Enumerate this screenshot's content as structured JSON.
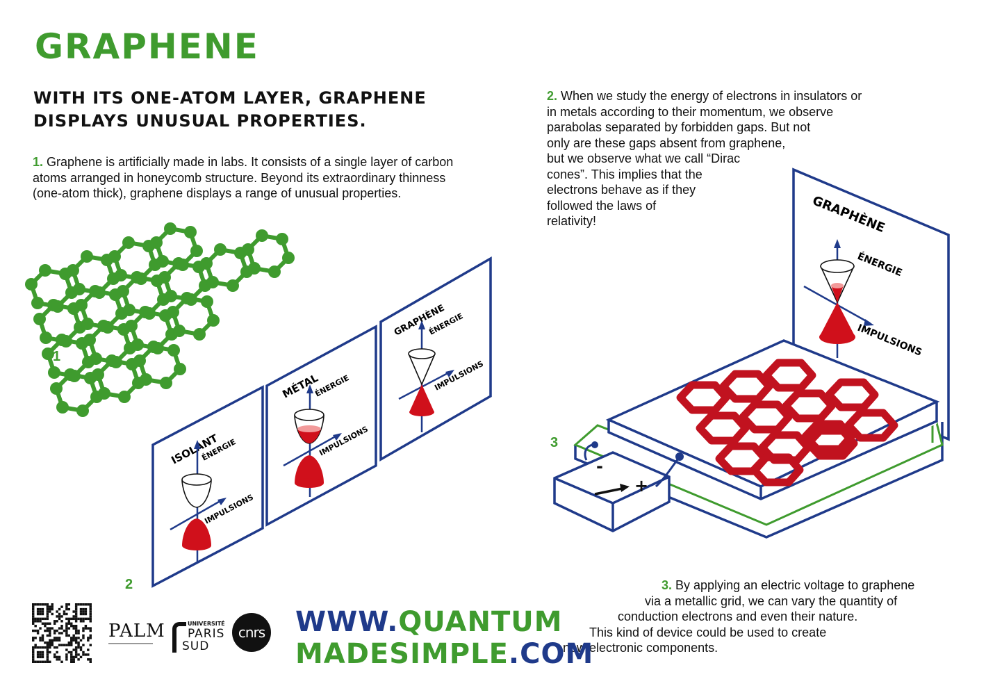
{
  "page": {
    "title": "GRAPHENE",
    "subtitle": "WITH ITS ONE-ATOM LAYER, GRAPHENE DISPLAYS UNUSUAL PROPERTIES."
  },
  "sections": {
    "s1": {
      "number": "1.",
      "text": "Graphene is artificially made in labs. It consists of a single layer of carbon atoms arranged in honeycomb structure. Beyond its extraordinary thinness (one-atom thick), graphene displays a range of unusual properties."
    },
    "s2": {
      "number": "2.",
      "lines": [
        "When we study the energy of electrons in insulators or",
        "in metals according to their momentum, we observe",
        "parabolas separated by forbidden gaps. But not",
        "only are these gaps absent from graphene,",
        "but we observe what we call “Dirac",
        "cones”. This implies that the",
        "electrons behave as if they",
        "followed the laws of",
        "relativity!"
      ]
    },
    "s3": {
      "number": "3.",
      "lines": [
        "By applying an electric voltage to graphene",
        "via a metallic grid, we can vary the quantity of",
        "conduction electrons and even their nature.",
        "This kind of device could be used to create",
        "new electronic components."
      ]
    }
  },
  "markers": {
    "m1": "1",
    "m2": "2",
    "m3": "3"
  },
  "panels": {
    "isolant": {
      "title": "ISOLANT",
      "energy": "ÉNERGIE",
      "momentum": "IMPULSIONS"
    },
    "metal": {
      "title": "MÉTAL",
      "energy": "ÉNERGIE",
      "momentum": "IMPULSIONS"
    },
    "graphene": {
      "title": "GRAPHÈNE",
      "energy": "ÉNERGIE",
      "momentum": "IMPULSIONS"
    },
    "device": {
      "title": "GRAPHÈNE",
      "energy": "ÉNERGIE",
      "momentum": "IMPULSIONS"
    }
  },
  "battery": {
    "minus": "-",
    "plus": "+"
  },
  "footer": {
    "url_prefix": "WWW.",
    "url_quantum": "QUANTUM",
    "url_made": "MADESIMPLE",
    "url_suffix": ".COM",
    "palm": "PALM",
    "univ_top": "UNIVERSITÉ",
    "univ_paris": "PARIS",
    "univ_sud": "SUD",
    "cnrs": "cnrs"
  },
  "colors": {
    "green": "#3f9b2e",
    "blue": "#1f3a8a",
    "red": "#d0101b"
  }
}
